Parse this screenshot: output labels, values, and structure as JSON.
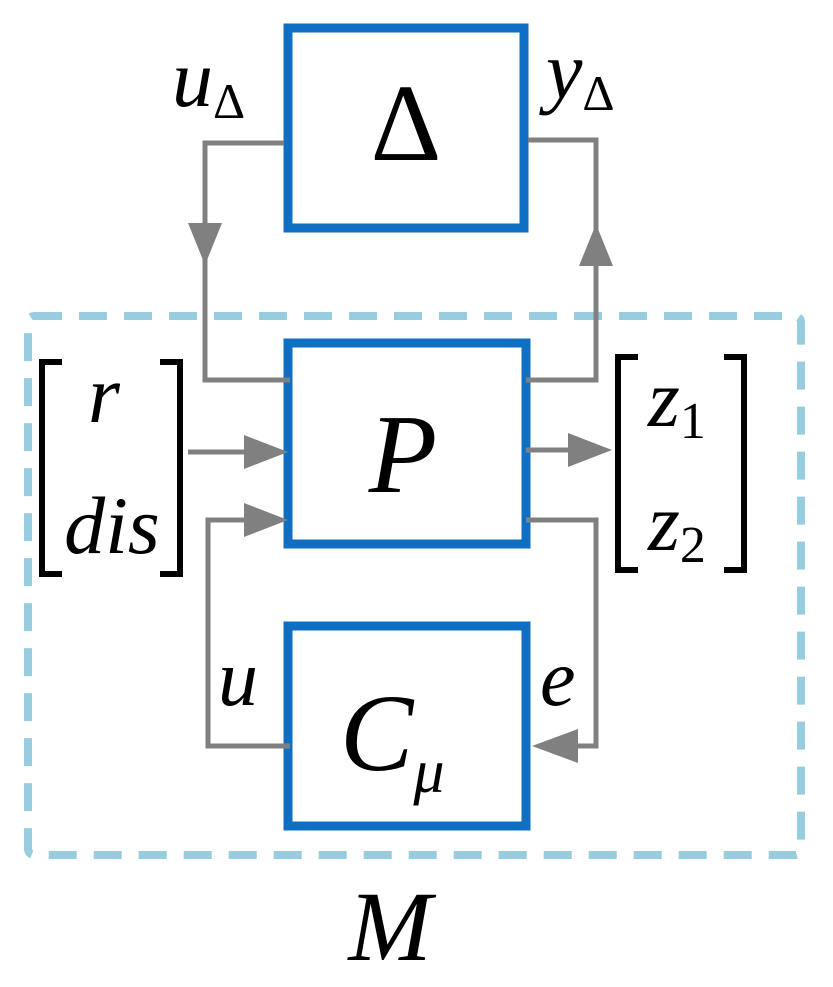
{
  "colors": {
    "block_border": "#0f6fc2",
    "signal_line": "#808080",
    "dashed_boundary": "#97cdde",
    "text": "#000000",
    "background": "#ffffff"
  },
  "blocks": {
    "delta": {
      "label": "Δ"
    },
    "plant": {
      "label": "P"
    },
    "controller": {
      "label": "C",
      "subscript": "μ"
    }
  },
  "signals": {
    "u_delta": {
      "symbol": "u",
      "subscript": "Δ"
    },
    "y_delta": {
      "symbol": "y",
      "subscript": "Δ"
    },
    "u": "u",
    "e": "e"
  },
  "inputs": [
    "r",
    "dis"
  ],
  "outputs": [
    {
      "symbol": "z",
      "subscript": "1"
    },
    {
      "symbol": "z",
      "subscript": "2"
    }
  ],
  "boundary_label": "M"
}
